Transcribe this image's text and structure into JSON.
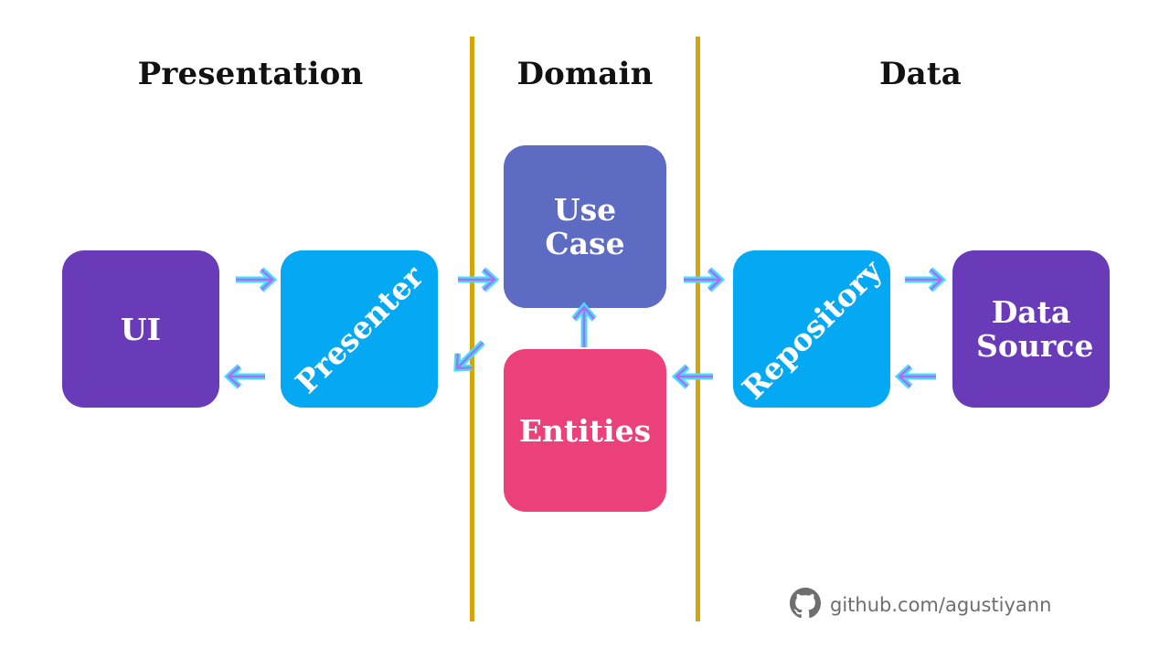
{
  "headings": {
    "presentation": "Presentation",
    "domain": "Domain",
    "data": "Data"
  },
  "boxes": {
    "ui": "UI",
    "presenter": "Presenter",
    "use_case_line1": "Use",
    "use_case_line2": "Case",
    "entities": "Entities",
    "repository": "Repository",
    "data_source_line1": "Data",
    "data_source_line2": "Source"
  },
  "footer": {
    "icon": "github-icon",
    "text": "github.com/agustiyann"
  },
  "colors": {
    "divider": "#d4a60c",
    "ui": "#6a3bb8",
    "presenter": "#04a8f3",
    "use_case": "#5d6bc2",
    "entities": "#ec407a",
    "repository": "#04a8f3",
    "data_source": "#6a3bb8",
    "arrow_outline": "#40e0ff",
    "arrow_fill": "#b36bf0"
  }
}
